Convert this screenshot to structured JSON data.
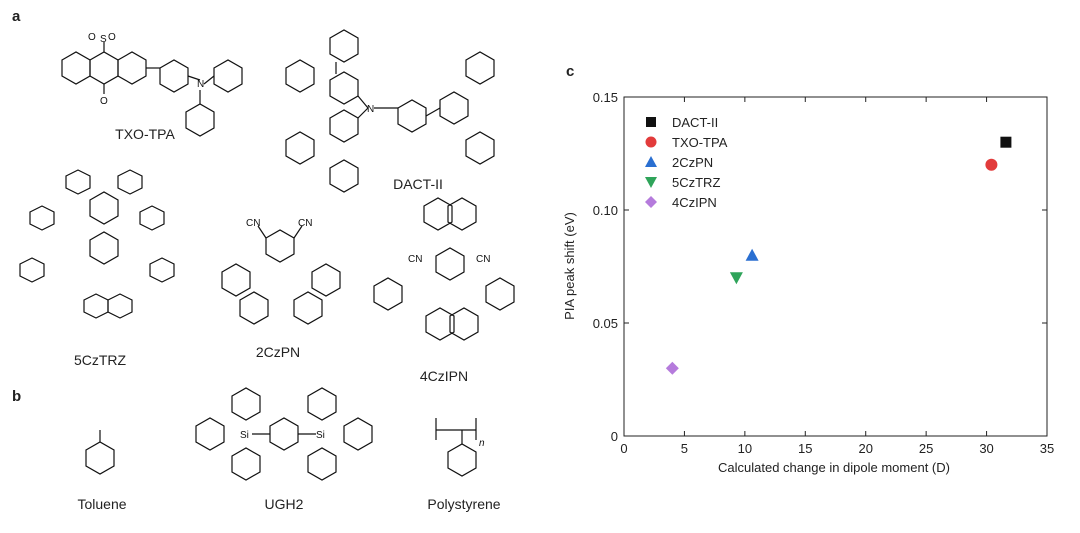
{
  "panels": {
    "a": "a",
    "b": "b",
    "c": "c"
  },
  "molecules": {
    "txo_tpa": "TXO-TPA",
    "dact_ii": "DACT-II",
    "czrz": "5CzTRZ",
    "czpn": "2CzPN",
    "czipn": "4CzIPN"
  },
  "hosts": {
    "toluene": "Toluene",
    "ugh2": "UGH2",
    "polystyrene": "Polystyrene"
  },
  "atoms": {
    "S": "S",
    "O": "O",
    "N": "N",
    "Si": "Si",
    "CN": "CN",
    "n": "n"
  },
  "chart_data": {
    "type": "scatter",
    "xlabel": "Calculated change in dipole moment (D)",
    "ylabel": "PIA peak shift (eV)",
    "xlim": [
      0,
      35
    ],
    "ylim": [
      0,
      0.15
    ],
    "xticks": [
      0,
      5,
      10,
      15,
      20,
      25,
      30,
      35
    ],
    "yticks": [
      0,
      0.05,
      0.1,
      0.15
    ],
    "ytick_labels": [
      "0",
      "0.05",
      "0.10",
      "0.15"
    ],
    "grid": false,
    "legend_position": "top-left",
    "series": [
      {
        "name": "DACT-II",
        "marker": "square",
        "color": "#111111",
        "x": [
          31.6
        ],
        "y": [
          0.13
        ]
      },
      {
        "name": "TXO-TPA",
        "marker": "circle",
        "color": "#e23b3b",
        "x": [
          30.4
        ],
        "y": [
          0.12
        ]
      },
      {
        "name": "2CzPN",
        "marker": "triangle-up",
        "color": "#2a6fd1",
        "x": [
          10.6
        ],
        "y": [
          0.08
        ]
      },
      {
        "name": "5CzTRZ",
        "marker": "triangle-down",
        "color": "#2fa45a",
        "x": [
          9.3
        ],
        "y": [
          0.07
        ]
      },
      {
        "name": "4CzIPN",
        "marker": "diamond",
        "color": "#b57bdc",
        "x": [
          4.0
        ],
        "y": [
          0.03
        ]
      }
    ]
  }
}
